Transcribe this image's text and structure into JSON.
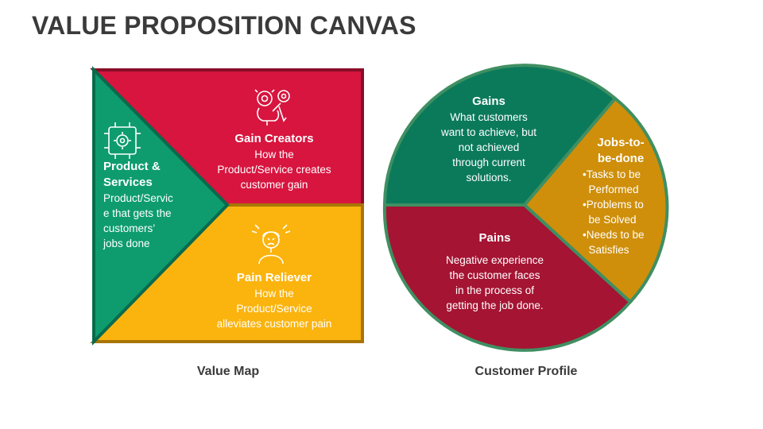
{
  "title": "VALUE PROPOSITION CANVAS",
  "value_map": {
    "caption": "Value Map",
    "product": {
      "title": "Product &\nServices",
      "text": "Product/Servic\ne that gets the\ncustomers’\njobs done"
    },
    "gain_creators": {
      "title": "Gain Creators",
      "text": "How the\nProduct/Service creates\ncustomer gain"
    },
    "pain_reliever": {
      "title": "Pain Reliever",
      "text": "How the\nProduct/Service\nalleviates customer pain"
    }
  },
  "customer_profile": {
    "caption": "Customer Profile",
    "gains": {
      "title": "Gains",
      "text": "What customers\nwant to achieve, but\nnot achieved\nthrough current\nsolutions."
    },
    "jobs": {
      "title": "Jobs-to-\nbe-done",
      "bullets": [
        "•Tasks to be\n  Performed",
        "•Problems to\n  be Solved",
        "•Needs to be\n  Satisfies"
      ]
    },
    "pains": {
      "title": "Pains",
      "text": "Negative experience\nthe customer faces\nin the process of\ngetting the job done."
    }
  },
  "colors": {
    "green": "#0e9c6f",
    "green_dark": "#0a6b4c",
    "red": "#d7153f",
    "red_dark": "#8a0d28",
    "yellow": "#fbb40e",
    "yellow_dark": "#a87505",
    "pie_green": "#0b7a5b",
    "pie_red": "#a51433",
    "pie_gold": "#cf8f0b",
    "pie_border": "#3f8f62"
  },
  "icons": [
    "gear-head-icon",
    "settings-frame-icon",
    "stressed-person-icon"
  ]
}
